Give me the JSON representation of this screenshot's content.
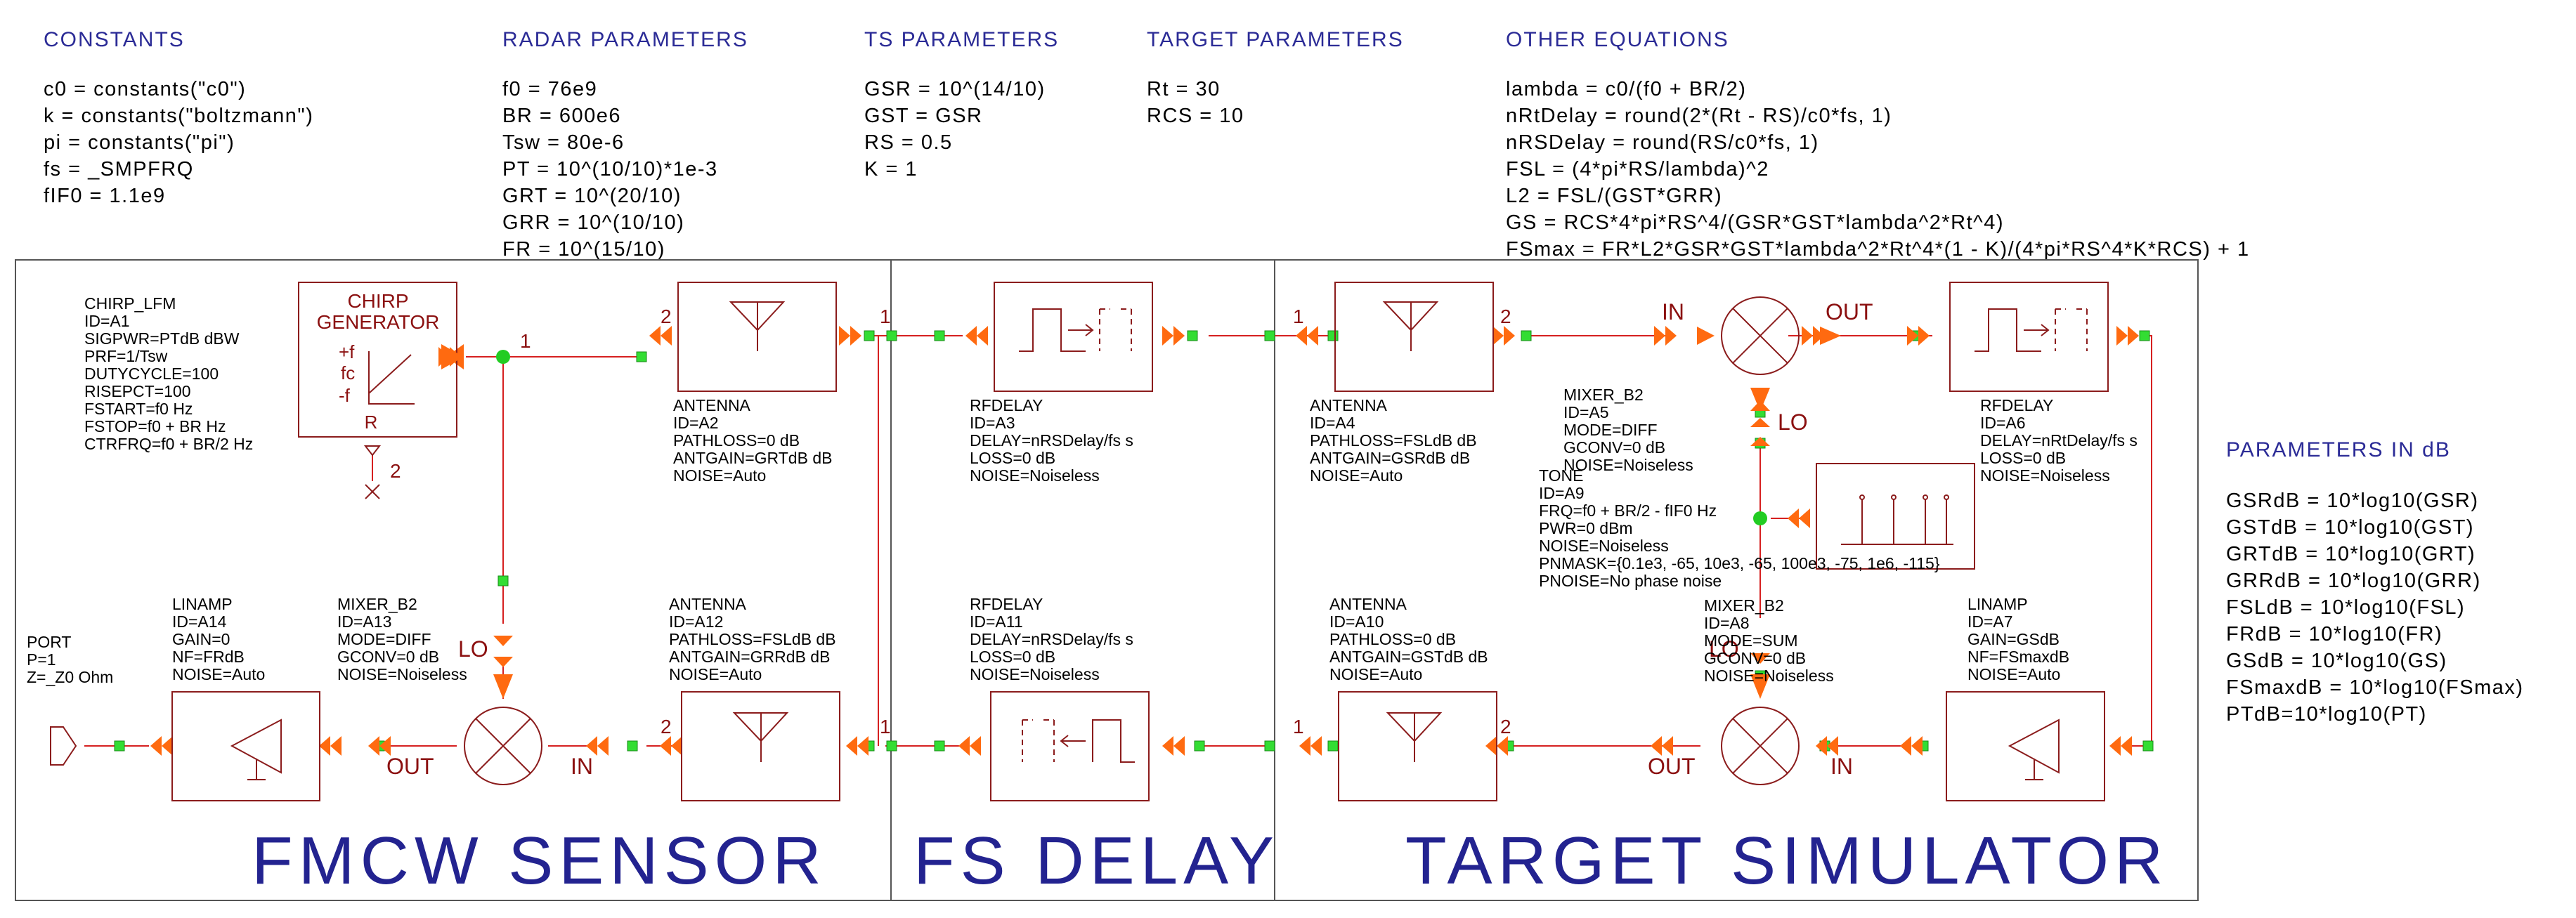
{
  "sections": {
    "constants": {
      "title": "CONSTANTS",
      "lines": [
        "c0 = constants(\"c0\")",
        "k = constants(\"boltzmann\")",
        "pi = constants(\"pi\")",
        "fs = _SMPFRQ",
        "fIF0 = 1.1e9"
      ]
    },
    "radar": {
      "title": "RADAR PARAMETERS",
      "lines": [
        "f0 = 76e9",
        "BR = 600e6",
        "Tsw = 80e-6",
        "PT = 10^(10/10)*1e-3",
        "GRT = 10^(20/10)",
        "GRR = 10^(10/10)",
        "FR = 10^(15/10)"
      ]
    },
    "ts": {
      "title": "TS PARAMETERS",
      "lines": [
        "GSR = 10^(14/10)",
        "GST = GSR",
        "RS = 0.5",
        "K = 1"
      ]
    },
    "target": {
      "title": "TARGET PARAMETERS",
      "lines": [
        "Rt = 30",
        "RCS = 10"
      ]
    },
    "other": {
      "title": "OTHER EQUATIONS",
      "lines": [
        "lambda = c0/(f0 + BR/2)",
        "nRtDelay = round(2*(Rt - RS)/c0*fs, 1)",
        "nRSDelay = round(RS/c0*fs, 1)",
        "FSL = (4*pi*RS/lambda)^2",
        "L2 = FSL/(GST*GRR)",
        "GS = RCS*4*pi*RS^4/(GSR*GST*lambda^2*Rt^4)",
        "FSmax = FR*L2*GSR*GST*lambda^2*Rt^4*(1 - K)/(4*pi*RS^4*K*RCS) + 1"
      ]
    },
    "db": {
      "title": "PARAMETERS IN dB",
      "lines": [
        "GSRdB = 10*log10(GSR)",
        "GSTdB = 10*log10(GST)",
        "GRTdB = 10*log10(GRT)",
        "GRRdB = 10*log10(GRR)",
        "FSLdB = 10*log10(FSL)",
        "FRdB = 10*log10(FR)",
        "GSdB = 10*log10(GS)",
        "FSmaxdB = 10*log10(FSmax)",
        "PTdB=10*log10(PT)"
      ]
    }
  },
  "blocks": {
    "chirp": {
      "lines": [
        "CHIRP_LFM",
        "ID=A1",
        "SIGPWR=PTdB dBW",
        "PRF=1/Tsw",
        "DUTYCYCLE=100",
        "RISEPCT=100",
        "FSTART=f0 Hz",
        "FSTOP=f0 + BR Hz",
        "CTRFRQ=f0 + BR/2 Hz"
      ],
      "title1": "CHIRP",
      "title2": "GENERATOR",
      "plusf": "+f",
      "fc": "fc",
      "minusf": "-f",
      "r": "R"
    },
    "a2": {
      "lines": [
        "ANTENNA",
        "ID=A2",
        "PATHLOSS=0 dB",
        "ANTGAIN=GRTdB dB",
        "NOISE=Auto"
      ]
    },
    "a3": {
      "lines": [
        "RFDELAY",
        "ID=A3",
        "DELAY=nRSDelay/fs s",
        "LOSS=0 dB",
        "NOISE=Noiseless"
      ]
    },
    "a4": {
      "lines": [
        "ANTENNA",
        "ID=A4",
        "PATHLOSS=FSLdB dB",
        "ANTGAIN=GSRdB dB",
        "NOISE=Auto"
      ]
    },
    "a5": {
      "lines": [
        "MIXER_B2",
        "ID=A5",
        "MODE=DIFF",
        "GCONV=0 dB",
        "NOISE=Noiseless"
      ]
    },
    "a6": {
      "lines": [
        "RFDELAY",
        "ID=A6",
        "DELAY=nRtDelay/fs s",
        "LOSS=0 dB",
        "NOISE=Noiseless"
      ]
    },
    "a9": {
      "lines": [
        "TONE",
        "ID=A9",
        "FRQ=f0 + BR/2 - fIF0 Hz",
        "PWR=0 dBm",
        "NOISE=Noiseless",
        "PNMASK={0.1e3, -65, 10e3, -65, 100e3, -75, 1e6, -115}",
        "PNOISE=No phase noise"
      ]
    },
    "port": {
      "lines": [
        "PORT",
        "P=1",
        "Z=_Z0 Ohm"
      ]
    },
    "a14": {
      "lines": [
        "LINAMP",
        "ID=A14",
        "GAIN=0",
        "NF=FRdB",
        "NOISE=Auto"
      ]
    },
    "a13": {
      "lines": [
        "MIXER_B2",
        "ID=A13",
        "MODE=DIFF",
        "GCONV=0 dB",
        "NOISE=Noiseless"
      ]
    },
    "a12": {
      "lines": [
        "ANTENNA",
        "ID=A12",
        "PATHLOSS=FSLdB dB",
        "ANTGAIN=GRRdB dB",
        "NOISE=Auto"
      ]
    },
    "a11": {
      "lines": [
        "RFDELAY",
        "ID=A11",
        "DELAY=nRSDelay/fs s",
        "LOSS=0 dB",
        "NOISE=Noiseless"
      ]
    },
    "a10": {
      "lines": [
        "ANTENNA",
        "ID=A10",
        "PATHLOSS=0 dB",
        "ANTGAIN=GSTdB dB",
        "NOISE=Auto"
      ]
    },
    "a8": {
      "lines": [
        "MIXER_B2",
        "ID=A8",
        "MODE=SUM",
        "GCONV=0 dB",
        "NOISE=Noiseless"
      ]
    },
    "a7": {
      "lines": [
        "LINAMP",
        "ID=A7",
        "GAIN=GSdB",
        "NF=FSmaxdB",
        "NOISE=Auto"
      ]
    }
  },
  "pins": {
    "one": "1",
    "two": "2",
    "in": "IN",
    "out": "OUT",
    "lo": "LO"
  },
  "zones": {
    "sensor": "FMCW SENSOR",
    "delay": "FS DELAY",
    "target": "TARGET SIMULATOR"
  }
}
